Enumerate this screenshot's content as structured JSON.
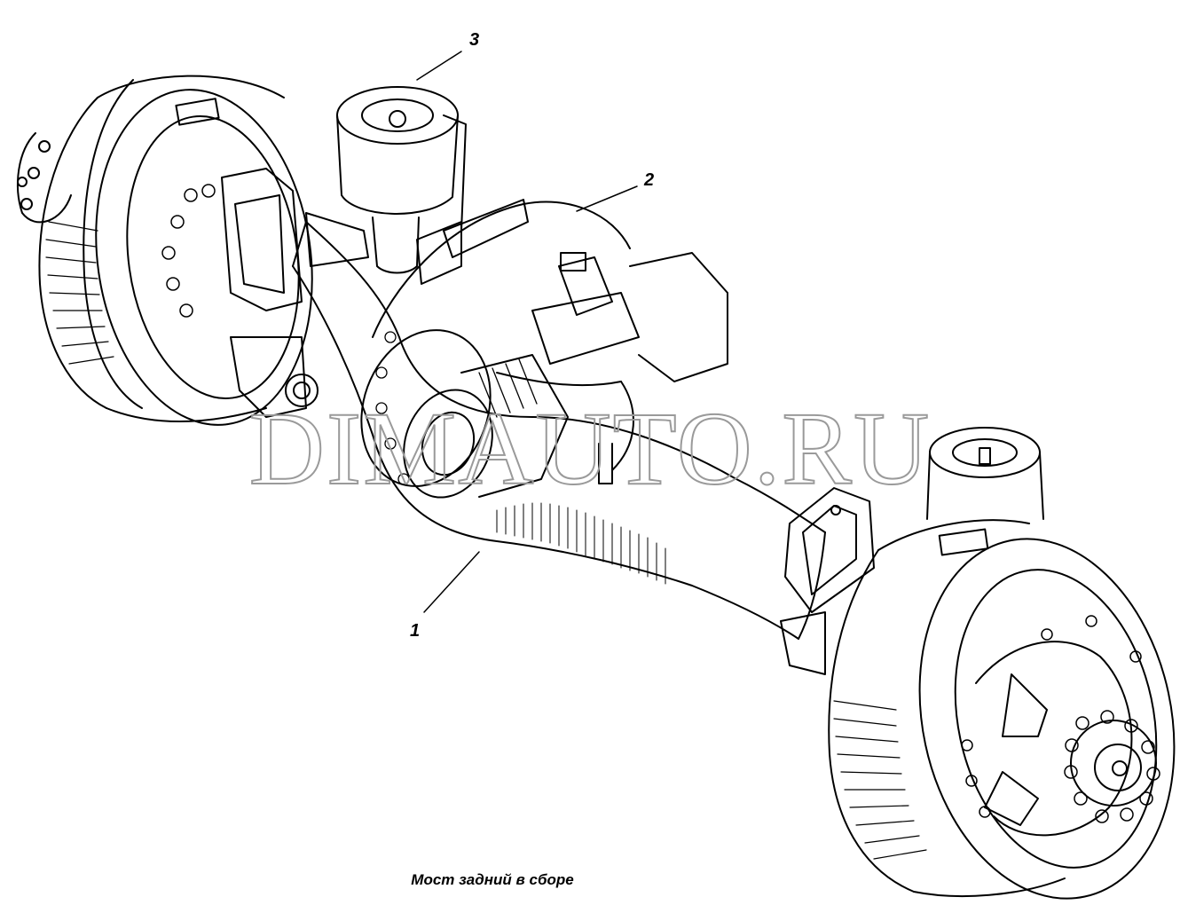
{
  "callouts": {
    "label_1": "1",
    "label_2": "2",
    "label_3": "3"
  },
  "caption": "Мост задний в сборе",
  "watermark": "DIMAUTO.RU",
  "colors": {
    "line": "#000000",
    "background": "#ffffff",
    "watermark_stroke": "#9a9a9a"
  }
}
